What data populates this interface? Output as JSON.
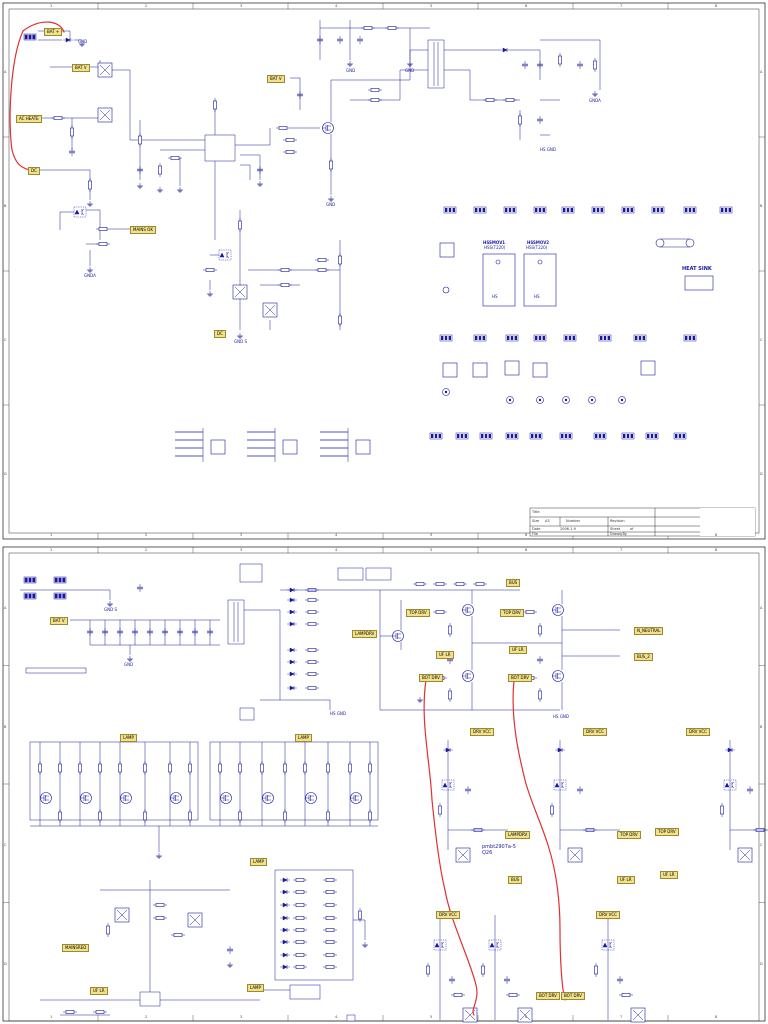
{
  "nets": {
    "bat_plus": "BAT +",
    "ac_heater": "AC HEATE",
    "dc": "DC",
    "bat_v": "BAT V",
    "bat_v2": "BAT V",
    "mains_ok": "MAINS OK",
    "lampdrv": "LAMPDRV",
    "mainsred": "MAINSRED",
    "top_drv": "TOP DRV",
    "bot_drv": "BOT DRV",
    "uf_lr": "UF LR",
    "drv_vcc": "DRV VCC",
    "bus": "BUS",
    "n_neutral": "N_NEUTRAL",
    "bus_2": "BUS_2",
    "lamp": "LAMP",
    "hs_gnd": "HS GND"
  },
  "labels": {
    "gnd": "GND",
    "gnd_a": "GNDA",
    "gnd_s": "GND S",
    "heatsink_title": "HEAT SINK",
    "hs_text": "HS",
    "hs_part_1": "HSS(T220)",
    "hs_part_2": "HSS(T220)",
    "hs_head_1": "HSSMOV1",
    "hs_head_2": "HSSMOV2",
    "pmbt": "pmbt2907a-5",
    "q26": "Q26"
  },
  "title_block": {
    "title_label": "Title",
    "size_label": "Size",
    "size_value": "A3",
    "number_label": "Number",
    "revision_label": "Revision",
    "date_label": "Date",
    "date_value": "2006-1-9",
    "file_label": "File",
    "sheet_label": "Sheet",
    "of_label": "of",
    "drawn_label": "Drawn By"
  },
  "border": {
    "cols": [
      "1",
      "2",
      "3",
      "4",
      "5",
      "6",
      "7",
      "8"
    ],
    "rows": [
      "A",
      "B",
      "C",
      "D"
    ]
  },
  "colors": {
    "wire": "#1a1aa0",
    "component": "#1a1aa0",
    "flag_fill": "#f2e08a",
    "markup": "#e03030",
    "frame": "#333333",
    "junction": "#c03030"
  }
}
